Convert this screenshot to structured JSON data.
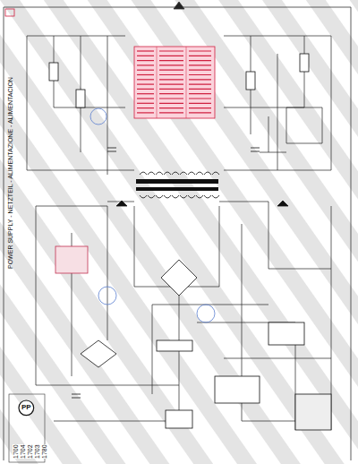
{
  "diagram": {
    "title": "POWER SUPPLY - NETZTEIL - ALIMENTAZIONE - ALIMENTACION",
    "nodes": [
      {
        "text": [
          "PP"
        ]
      }
    ],
    "labels": [
      "1700",
      "1704",
      "1702",
      "1703",
      "1780"
    ]
  }
}
